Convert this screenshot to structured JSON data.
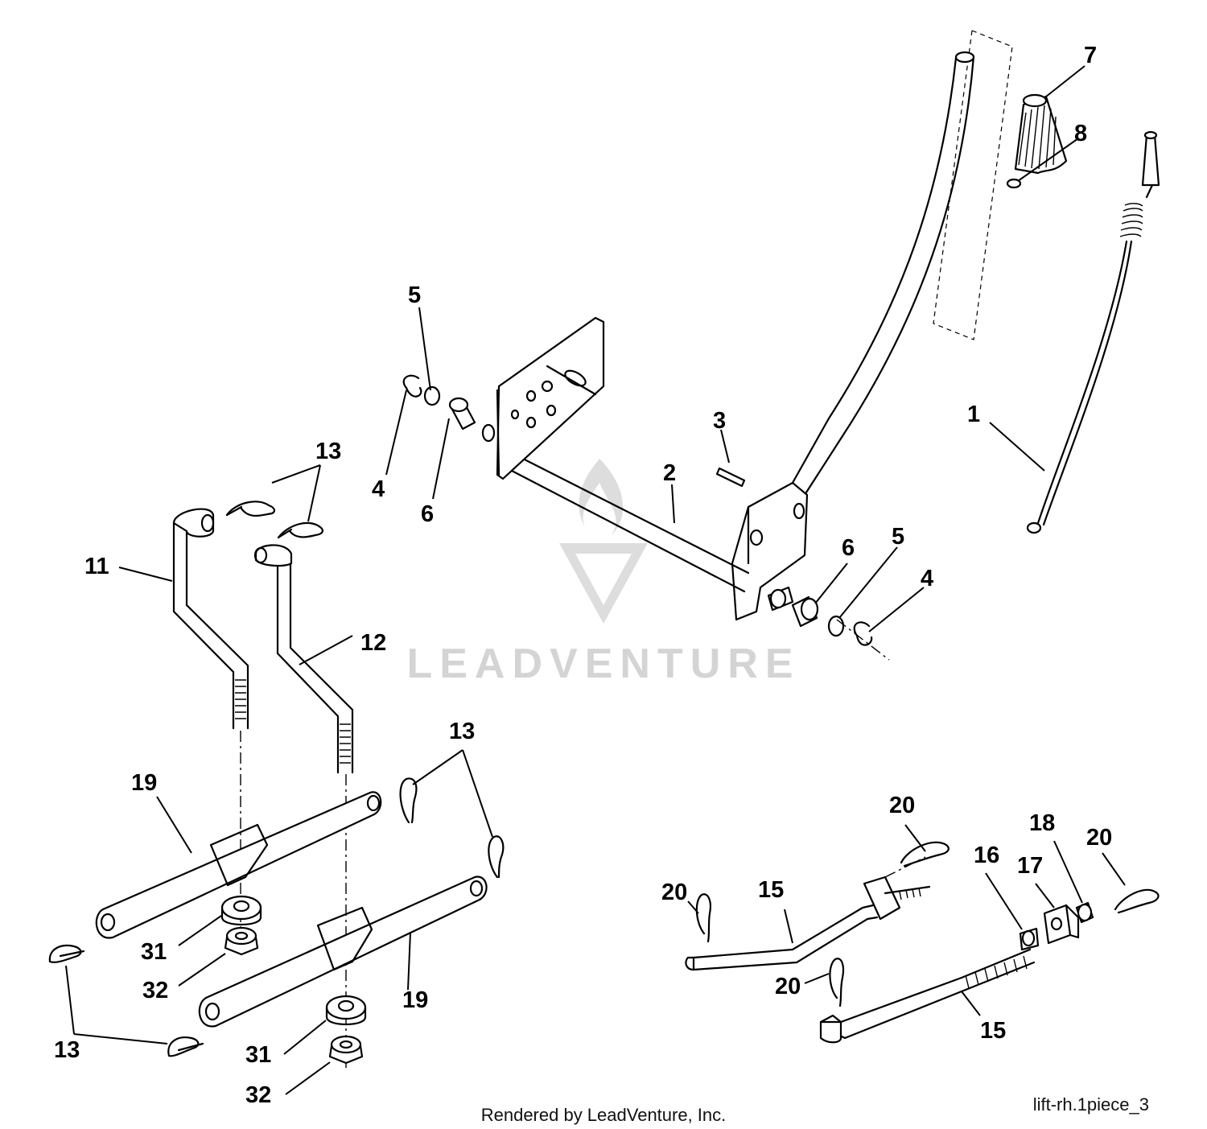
{
  "watermark": {
    "text": "LEADVENTURE"
  },
  "footer": {
    "credit": "Rendered by LeadVenture, Inc.",
    "drawing_id": "lift-rh.1piece_3"
  },
  "callouts": {
    "c1": "1",
    "c2": "2",
    "c3": "3",
    "c4a": "4",
    "c4b": "4",
    "c5a": "5",
    "c5b": "5",
    "c6a": "6",
    "c6b": "6",
    "c7": "7",
    "c8": "8",
    "c11": "11",
    "c12": "12",
    "c13a": "13",
    "c13b": "13",
    "c13c": "13",
    "c15a": "15",
    "c15b": "15",
    "c16": "16",
    "c17": "17",
    "c18": "18",
    "c19a": "19",
    "c19b": "19",
    "c20a": "20",
    "c20b": "20",
    "c20c": "20",
    "c20d": "20",
    "c31a": "31",
    "c31b": "31",
    "c32a": "32",
    "c32b": "32"
  }
}
